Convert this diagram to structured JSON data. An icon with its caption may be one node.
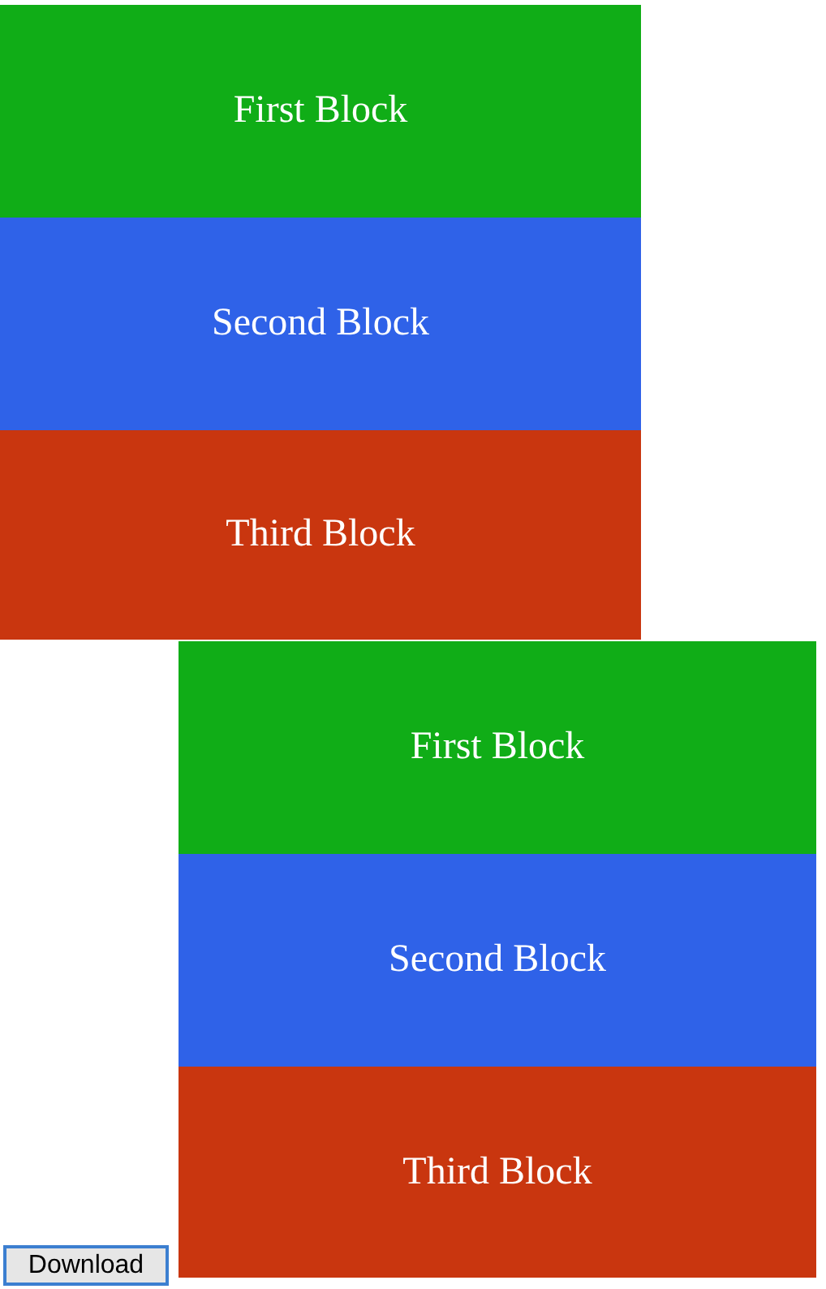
{
  "diagram": {
    "nodes": [
      {
        "text": [
          "First Block"
        ]
      },
      {
        "text": [
          "Second Block"
        ]
      },
      {
        "text": [
          "Third Block"
        ]
      },
      {
        "text": [
          "First Block"
        ]
      },
      {
        "text": [
          "Second Block"
        ]
      },
      {
        "text": [
          "Third Block"
        ]
      }
    ],
    "labels": [
      "Download"
    ]
  }
}
